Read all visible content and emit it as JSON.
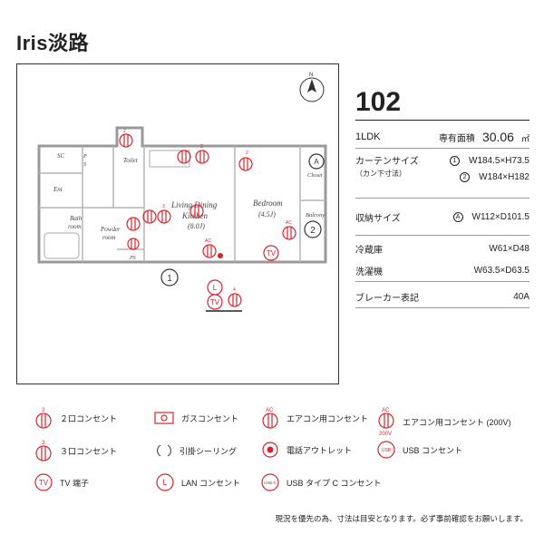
{
  "property_name": "Iris淡路",
  "unit_number": "102",
  "floor_plan": {
    "rooms": {
      "sc": "SC",
      "ps_a": "P",
      "ps_b": "S",
      "ent": "Ent",
      "toilet": "Toilet",
      "bath": "Bath",
      "bath2": "room",
      "powder": "Powder",
      "powder2": "room",
      "ps2": "PS",
      "ldk": "Living Dining",
      "ldk2": "Kitchen",
      "ldk_size": "(8.0J)",
      "bedroom": "Bedroom",
      "bed_size": "(4.5J)",
      "closet": "Closet",
      "balcony": "Balcony"
    },
    "markers": {
      "window_1": "1",
      "window_2": "2",
      "storage_a": "A"
    },
    "outlet_tags": {
      "two": "2",
      "three": "3",
      "ac": "AC",
      "tv": "TV",
      "lan": "L",
      "four": "4"
    }
  },
  "spec": {
    "layout": "1LDK",
    "area_label": "専有面積",
    "area_value": "30.06",
    "area_unit": "㎡",
    "curtain_label": "カーテンサイズ",
    "curtain_sub": "（カン下寸法）",
    "curtain_1_no": "1",
    "curtain_1": "W184.5×H73.5",
    "curtain_2_no": "2",
    "curtain_2": "W184×H182",
    "storage_label": "収納サイズ",
    "storage_no": "A",
    "storage": "W112×D101.5",
    "fridge_label": "冷蔵庫",
    "fridge": "W61×D48",
    "washer_label": "洗濯機",
    "washer": "W63.5×D63.5",
    "breaker_label": "ブレーカー表記",
    "breaker": "40A"
  },
  "legend": {
    "outlet2": "２口コンセント",
    "outlet2_tag": "2",
    "gas": "ガスコンセント",
    "ac": "エアコン用コンセント",
    "ac_tag": "AC",
    "ac200": "エアコン用コンセント (200V)",
    "ac200_tag": "AC",
    "ac200_sub": "200V",
    "outlet3": "３口コンセント",
    "outlet3_tag": "3",
    "ceiling": "引掛シーリング",
    "phone": "電話アウトレット",
    "usb": "USB コンセント",
    "usb_icon": "USB",
    "tv": "TV 端子",
    "tv_icon": "TV",
    "lan": "LAN コンセント",
    "lan_icon": "L",
    "usbc": "USB タイプ C コンセント",
    "usbc_icon": "USB-C"
  },
  "note": "現況を優先の為、寸法は目安となります。必ず事前確認をお願いします。",
  "colors": {
    "accent": "#d8232a",
    "wall": "#9a9a9a",
    "line": "#333333"
  }
}
